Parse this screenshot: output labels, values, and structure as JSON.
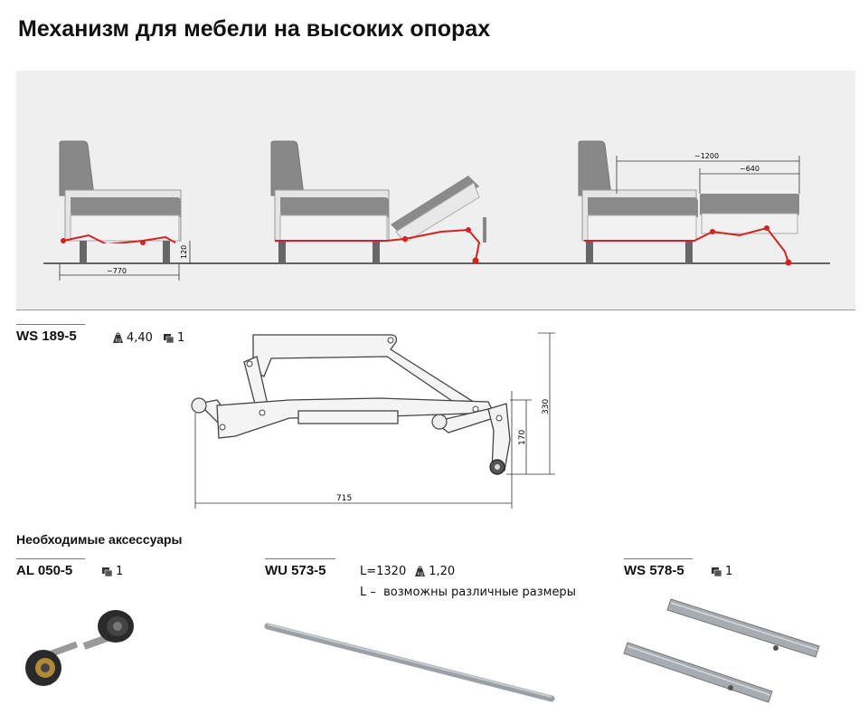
{
  "title": "Механизм для мебели на высоких опорах",
  "panel": {
    "dims": {
      "depth": "~770",
      "height": "120",
      "full": "~1200",
      "ext": "~640"
    }
  },
  "main_product": {
    "code": "WS 189-5",
    "weight": "4,40",
    "pack": "1",
    "dims": {
      "height": "330",
      "inner": "170",
      "length": "715"
    }
  },
  "accessories_title": "Необходимые аксессуары",
  "accessories": [
    {
      "code": "AL 050-5",
      "pack": "1"
    },
    {
      "code": "WU 573-5",
      "length": "L=1320",
      "weight": "1,20",
      "note_key": "L –",
      "note": "возможны различные размеры"
    },
    {
      "code": "WS 578-5",
      "pack": "1"
    }
  ],
  "colors": {
    "frame": "#8a8a8a",
    "mechanism": "#d4231f",
    "panel_bg": "#efefef"
  }
}
